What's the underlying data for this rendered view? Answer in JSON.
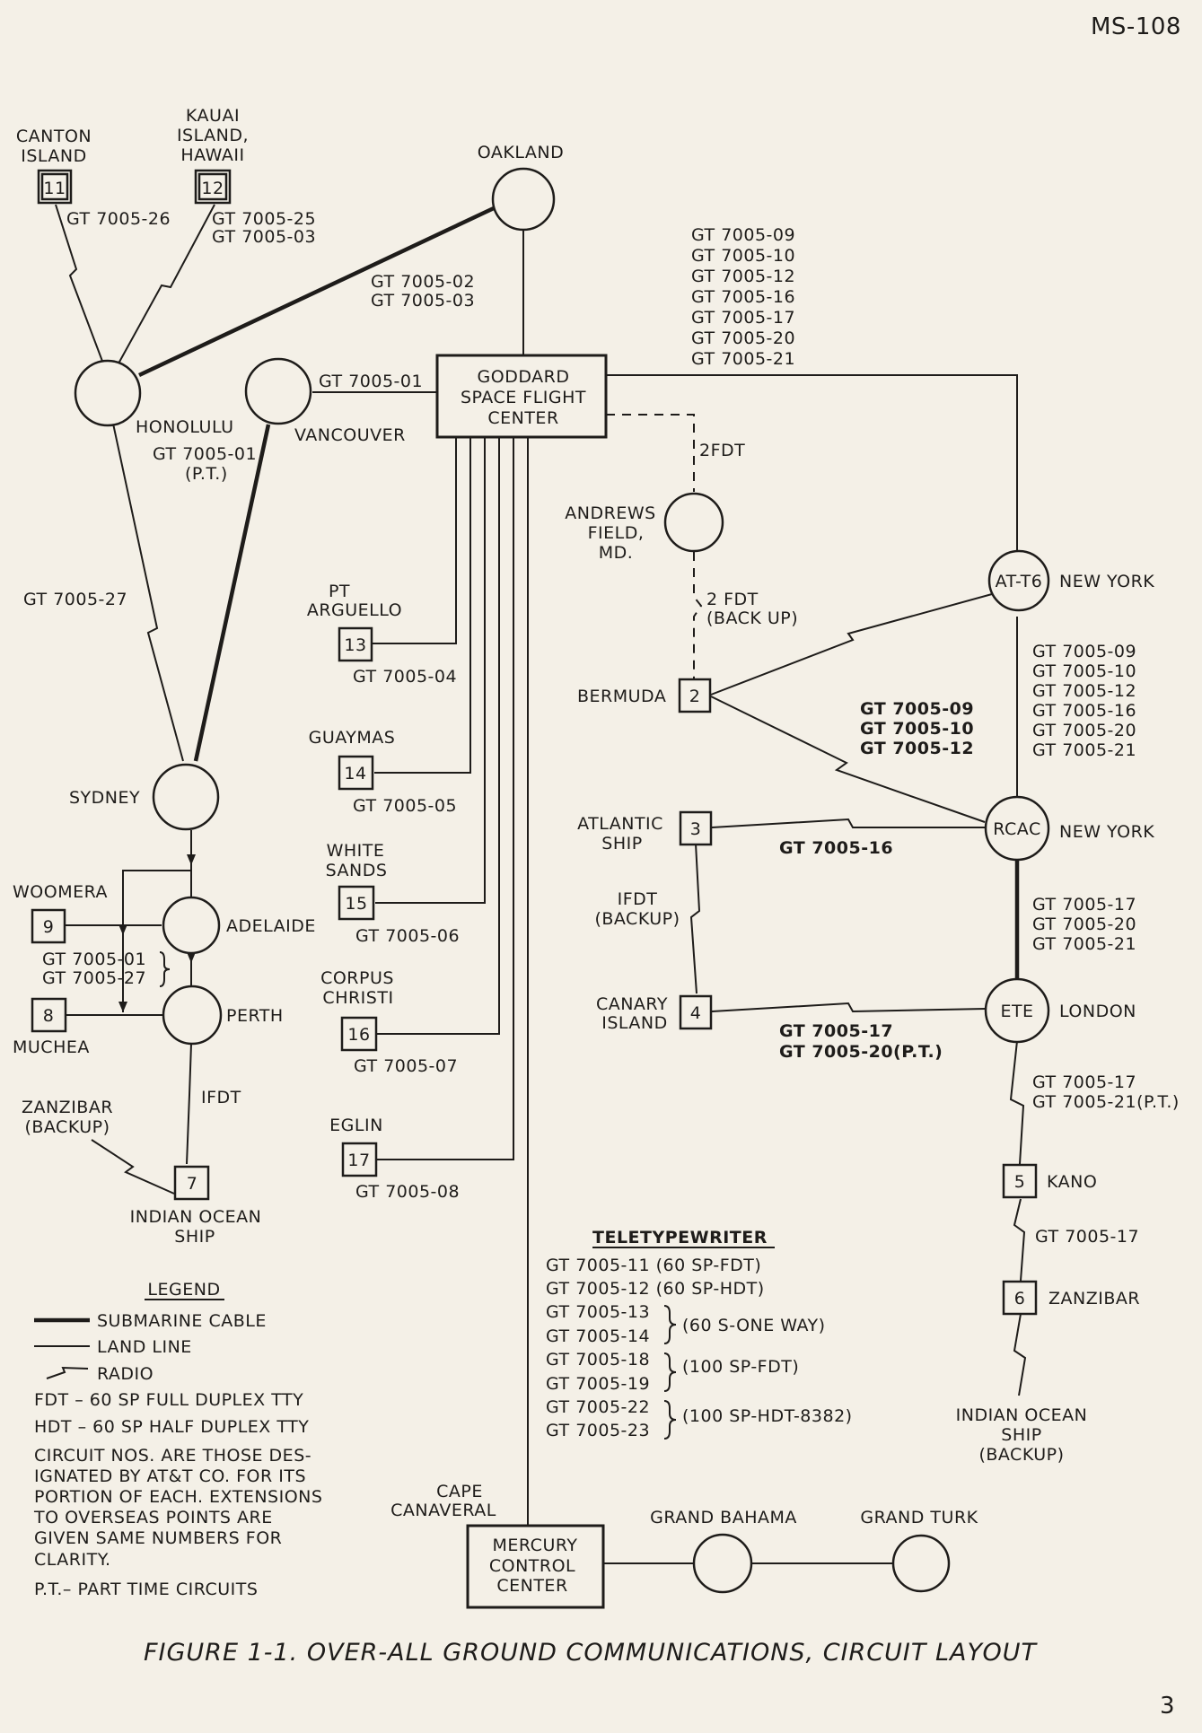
{
  "header": {
    "doc_id": "MS-108",
    "page_number": "3"
  },
  "caption": "FIGURE 1-1. OVER-ALL GROUND COMMUNICATIONS, CIRCUIT LAYOUT",
  "nodes": {
    "canton": {
      "name": "CANTON",
      "name2": "ISLAND",
      "number": "11"
    },
    "kauai": {
      "name": "KAUAI",
      "name2": "ISLAND,",
      "name3": "HAWAII",
      "number": "12"
    },
    "oakland": {
      "name": "OAKLAND"
    },
    "honolulu": {
      "name": "HONOLULU"
    },
    "vancouver": {
      "name": "VANCOUVER"
    },
    "goddard": {
      "line1": "GODDARD",
      "line2": "SPACE FLIGHT",
      "line3": "CENTER"
    },
    "andrews": {
      "line1": "ANDREWS",
      "line2": "FIELD,",
      "line3": "MD."
    },
    "atnewyork": {
      "label": "AT-T6",
      "name": "NEW YORK"
    },
    "rcac": {
      "label": "RCAC",
      "name": "NEW YORK"
    },
    "ete": {
      "label": "ETE",
      "name": "LONDON"
    },
    "bermuda": {
      "name": "BERMUDA",
      "number": "2"
    },
    "atlantic": {
      "name": "ATLANTIC",
      "name2": "SHIP",
      "number": "3"
    },
    "canary": {
      "name": "CANARY",
      "name2": "ISLAND",
      "number": "4"
    },
    "kano": {
      "name": "KANO",
      "number": "5"
    },
    "zanzibar": {
      "name": "ZANZIBAR",
      "number": "6"
    },
    "indian_ocean_ship_backup": {
      "line1": "INDIAN OCEAN",
      "line2": "SHIP",
      "line3": "(BACKUP)"
    },
    "arguello": {
      "name": "PT",
      "name2": "ARGUELLO",
      "number": "13"
    },
    "guaymas": {
      "name": "GUAYMAS",
      "number": "14"
    },
    "white_sands": {
      "name": "WHITE",
      "name2": "SANDS",
      "number": "15"
    },
    "corpus": {
      "name": "CORPUS",
      "name2": "CHRISTI",
      "number": "16"
    },
    "eglin": {
      "name": "EGLIN",
      "number": "17"
    },
    "sydney": {
      "name": "SYDNEY"
    },
    "adelaide": {
      "name": "ADELAIDE"
    },
    "perth": {
      "name": "PERTH"
    },
    "woomera": {
      "name": "WOOMERA",
      "number": "9"
    },
    "muchea": {
      "name": "MUCHEA",
      "number": "8"
    },
    "indian_ship": {
      "name": "INDIAN OCEAN",
      "name2": "SHIP",
      "number": "7"
    },
    "zanzibar_backup": {
      "name": "ZANZIBAR",
      "name2": "(BACKUP)"
    },
    "cape": {
      "name": "CAPE",
      "name2": "CANAVERAL"
    },
    "mercury": {
      "line1": "MERCURY",
      "line2": "CONTROL",
      "line3": "CENTER"
    },
    "grand_bahama": {
      "name": "GRAND BAHAMA"
    },
    "grand_turk": {
      "name": "GRAND TURK"
    }
  },
  "circuits": {
    "canton": "GT 7005-26",
    "kauai1": "GT 7005-25",
    "kauai2": "GT 7005-03",
    "oakland_honolulu1": "GT 7005-02",
    "oakland_honolulu2": "GT 7005-03",
    "vancouver": "GT 7005-01",
    "honolulu_pt1": "GT 7005-01",
    "honolulu_pt2": "(P.T.)",
    "honolulu_sydney": "GT 7005-27",
    "goddard_ny": [
      "GT 7005-09",
      "GT 7005-10",
      "GT 7005-12",
      "GT 7005-16",
      "GT 7005-17",
      "GT 7005-20",
      "GT 7005-21"
    ],
    "andrews1": "2FDT",
    "andrews2a": "2 FDT",
    "andrews2b": "(BACK UP)",
    "atny_rcac": [
      "GT 7005-09",
      "GT 7005-10",
      "GT 7005-12",
      "GT 7005-16",
      "GT 7005-20",
      "GT 7005-21"
    ],
    "bermuda_rcac": [
      "GT 7005-09",
      "GT 7005-10",
      "GT 7005-12"
    ],
    "atlantic_rcac": "GT 7005-16",
    "ifdt_backup1": "IFDT",
    "ifdt_backup2": "(BACKUP)",
    "rcac_ete": [
      "GT 7005-17",
      "GT 7005-20",
      "GT 7005-21"
    ],
    "canary_ete1": "GT 7005-17",
    "canary_ete2": "GT 7005-20(P.T.)",
    "ete_kano1": "GT 7005-17",
    "ete_kano2": "GT 7005-21(P.T.)",
    "kano_zanzibar": "GT 7005-17",
    "arguello": "GT 7005-04",
    "guaymas": "GT 7005-05",
    "white_sands": "GT 7005-06",
    "corpus": "GT 7005-07",
    "eglin": "GT 7005-08",
    "adelaide_perth1": "GT 7005-01",
    "adelaide_perth2": "GT 7005-27",
    "perth_ship": "IFDT"
  },
  "teletype": {
    "title": "TELETYPEWRITER",
    "line1": "GT 7005-11 (60 SP-FDT)",
    "line2": "GT 7005-12 (60 SP-HDT)",
    "g1a": "GT 7005-13",
    "g1b": "GT 7005-14",
    "g1note": "(60 S-ONE WAY)",
    "g2a": "GT 7005-18",
    "g2b": "GT 7005-19",
    "g2note": "(100 SP-FDT)",
    "g3a": "GT 7005-22",
    "g3b": "GT 7005-23",
    "g3note": "(100 SP-HDT-8382)"
  },
  "legend": {
    "title": "LEGEND",
    "submarine": "SUBMARINE CABLE",
    "land": "LAND LINE",
    "radio": "RADIO",
    "fdt": "FDT – 60 SP FULL DUPLEX TTY",
    "hdt": "HDT – 60 SP HALF DUPLEX TTY",
    "note1": "CIRCUIT NOS. ARE THOSE DES-",
    "note2": "IGNATED BY AT&T CO. FOR ITS",
    "note3": "PORTION OF EACH. EXTENSIONS",
    "note4": "TO OVERSEAS POINTS ARE",
    "note5": "GIVEN SAME NUMBERS FOR",
    "note6": "CLARITY.",
    "pt": "P.T.–  PART TIME  CIRCUITS"
  }
}
